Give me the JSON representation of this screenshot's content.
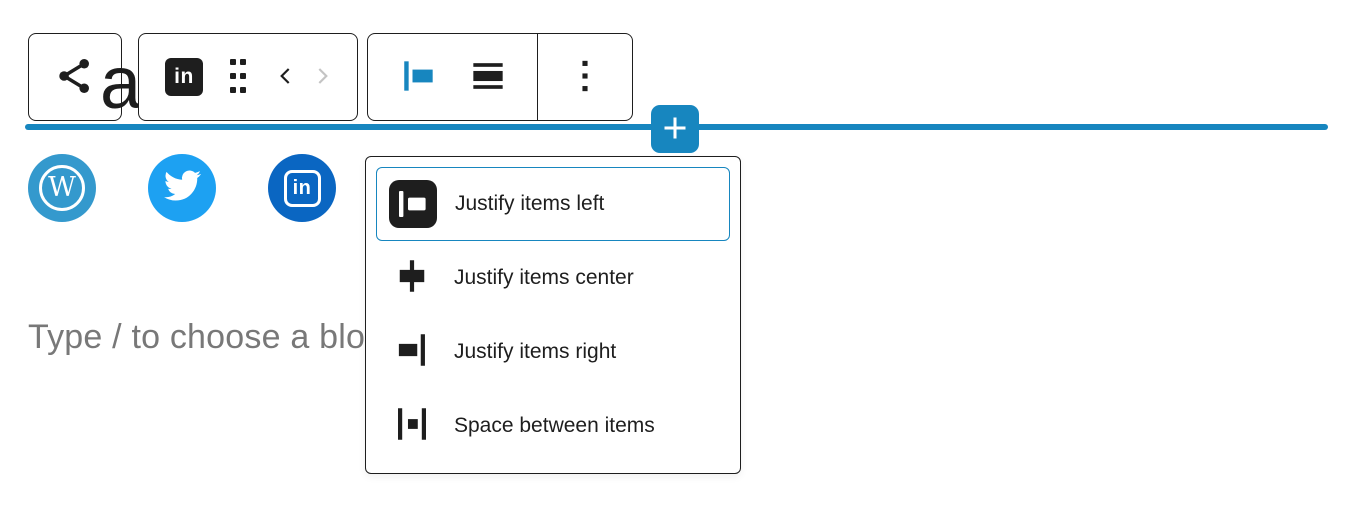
{
  "colors": {
    "accent_blue": "#1786bf",
    "toolbar_border": "#1e1e1e",
    "text_dark": "#1e1e1e",
    "placeholder_gray": "#787878",
    "disabled_chevron_gray": "#c4c4c4",
    "wordpress_blue": "#3499cd",
    "twitter_blue": "#1da1f2",
    "linkedin_blue": "#0a66c2"
  },
  "heading_fragment": {
    "text": "a"
  },
  "block_toolbar": {
    "parent_selector": {
      "icon": "share-network-icon"
    },
    "block_controls": {
      "block_icon": "linkedin-icon",
      "block_glyph": "in",
      "drag": {
        "icon": "drag-handle-icon"
      },
      "move_left": {
        "icon": "chevron-left-icon",
        "disabled": false
      },
      "move_right": {
        "icon": "chevron-right-icon",
        "disabled": true
      }
    },
    "layout_controls": {
      "justification": {
        "icon": "justify-items-left-icon",
        "active": true
      },
      "alignment": {
        "icon": "align-none-icon",
        "active": false
      }
    },
    "more_options": {
      "icon": "kebab-menu-icon"
    }
  },
  "inserter": {
    "icon": "plus-icon"
  },
  "social_icons": {
    "items": [
      {
        "name": "wordpress",
        "icon": "wordpress-icon",
        "glyph": "W",
        "color": "#3499cd"
      },
      {
        "name": "twitter",
        "icon": "twitter-icon",
        "color": "#1da1f2"
      },
      {
        "name": "linkedin",
        "icon": "linkedin-icon",
        "glyph": "in",
        "color": "#0a66c2"
      }
    ]
  },
  "paragraph": {
    "placeholder": "Type / to choose a block"
  },
  "justification_menu": {
    "items": [
      {
        "label": "Justify items left",
        "icon": "justify-items-left-icon",
        "selected": true
      },
      {
        "label": "Justify items center",
        "icon": "justify-items-center-icon",
        "selected": false
      },
      {
        "label": "Justify items right",
        "icon": "justify-items-right-icon",
        "selected": false
      },
      {
        "label": "Space between items",
        "icon": "space-between-items-icon",
        "selected": false
      }
    ]
  }
}
